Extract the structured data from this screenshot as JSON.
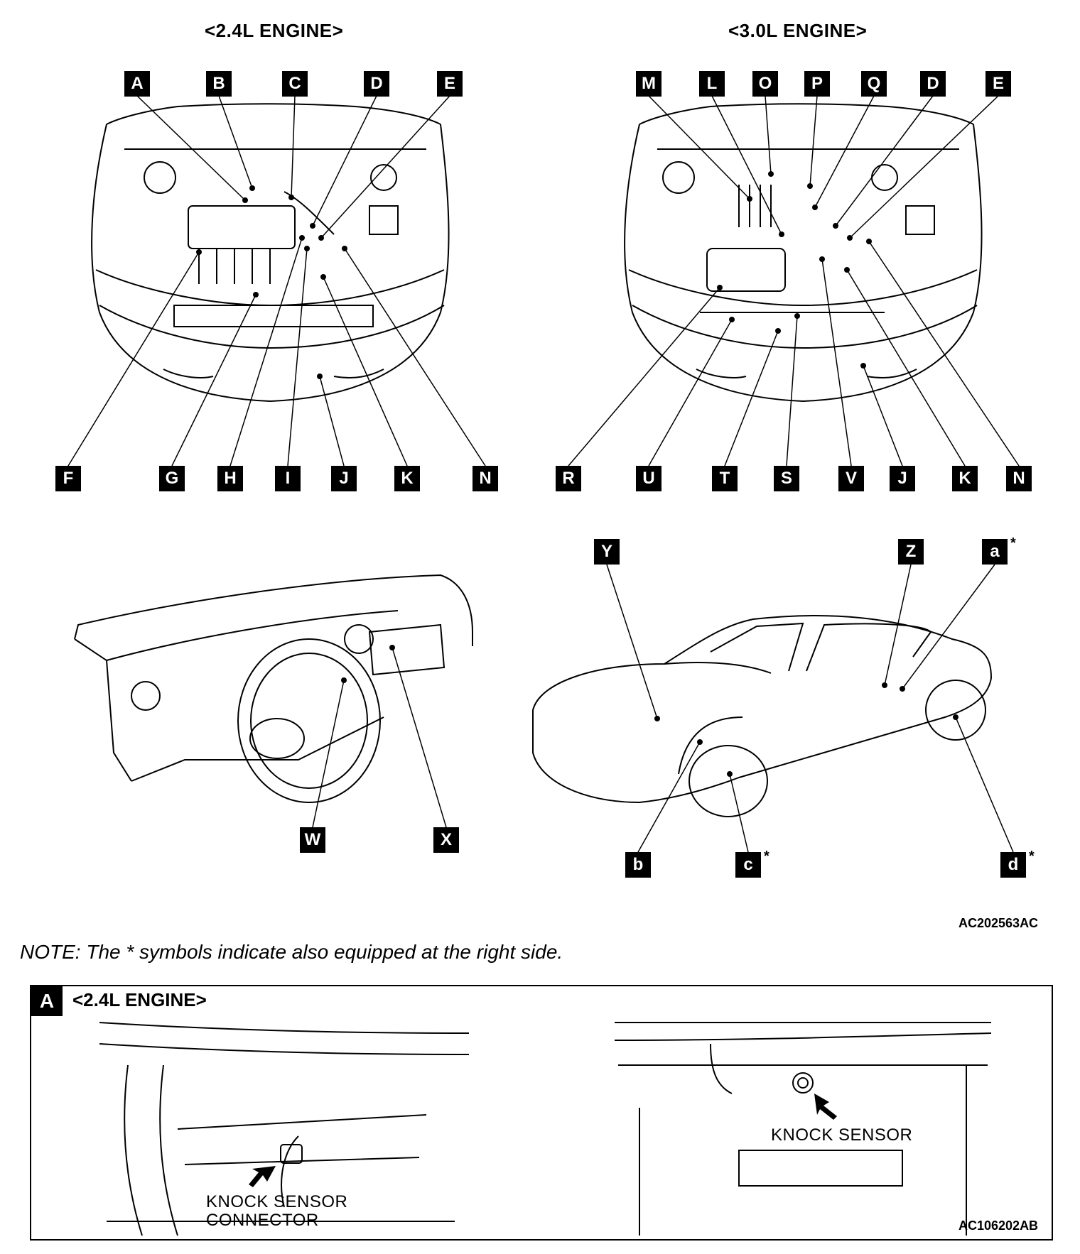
{
  "top_left_heading": "<2.4L ENGINE>",
  "top_right_heading": "<3.0L ENGINE>",
  "engine24_labels": [
    "A",
    "B",
    "C",
    "D",
    "E",
    "F",
    "G",
    "H",
    "I",
    "J",
    "K",
    "N"
  ],
  "engine30_labels": [
    "M",
    "L",
    "O",
    "P",
    "Q",
    "D",
    "E",
    "R",
    "U",
    "T",
    "S",
    "V",
    "J",
    "K",
    "N"
  ],
  "dash_labels": [
    "W",
    "X"
  ],
  "car_labels": [
    "Y",
    "Z",
    "a",
    "b",
    "c",
    "d"
  ],
  "star": "*",
  "figure_code_top": "AC202563AC",
  "note": "NOTE: The * symbols indicate also equipped at the right side.",
  "detail": {
    "tag": "A",
    "title": "<2.4L ENGINE>",
    "callout_connector_line1": "KNOCK SENSOR",
    "callout_connector_line2": "CONNECTOR",
    "callout_sensor": "KNOCK SENSOR",
    "figure_code": "AC106202AB"
  }
}
